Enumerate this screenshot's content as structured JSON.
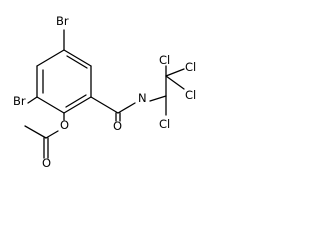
{
  "structure": {
    "atoms": [
      {
        "id": "br_top",
        "label": "Br"
      },
      {
        "id": "br_left",
        "label": "Br"
      },
      {
        "id": "o_ester",
        "label": "O"
      },
      {
        "id": "o_acetyl",
        "label": "O"
      },
      {
        "id": "o_amide",
        "label": "O"
      },
      {
        "id": "n_amide",
        "label": "N"
      },
      {
        "id": "cl_1",
        "label": "Cl"
      },
      {
        "id": "cl_2",
        "label": "Cl"
      },
      {
        "id": "cl_3",
        "label": "Cl"
      },
      {
        "id": "cl_4",
        "label": "Cl"
      }
    ],
    "bond_count": 21
  }
}
